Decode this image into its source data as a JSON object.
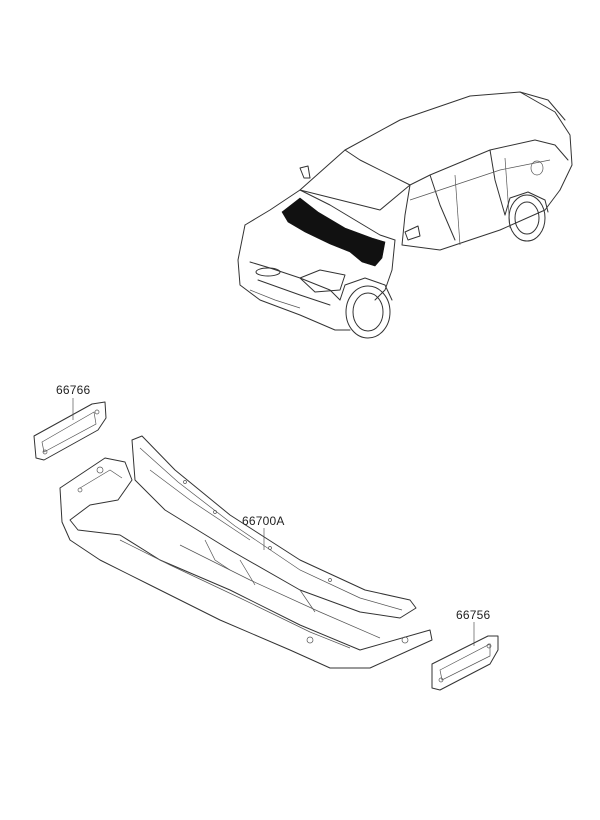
{
  "parts": [
    {
      "id": "cowl-panel-assy",
      "number": "66700A"
    },
    {
      "id": "cowl-side-left",
      "number": "66766"
    },
    {
      "id": "cowl-side-right",
      "number": "66756"
    }
  ],
  "colors": {
    "line": "#333333",
    "highlight": "#111111",
    "background": "#ffffff"
  }
}
